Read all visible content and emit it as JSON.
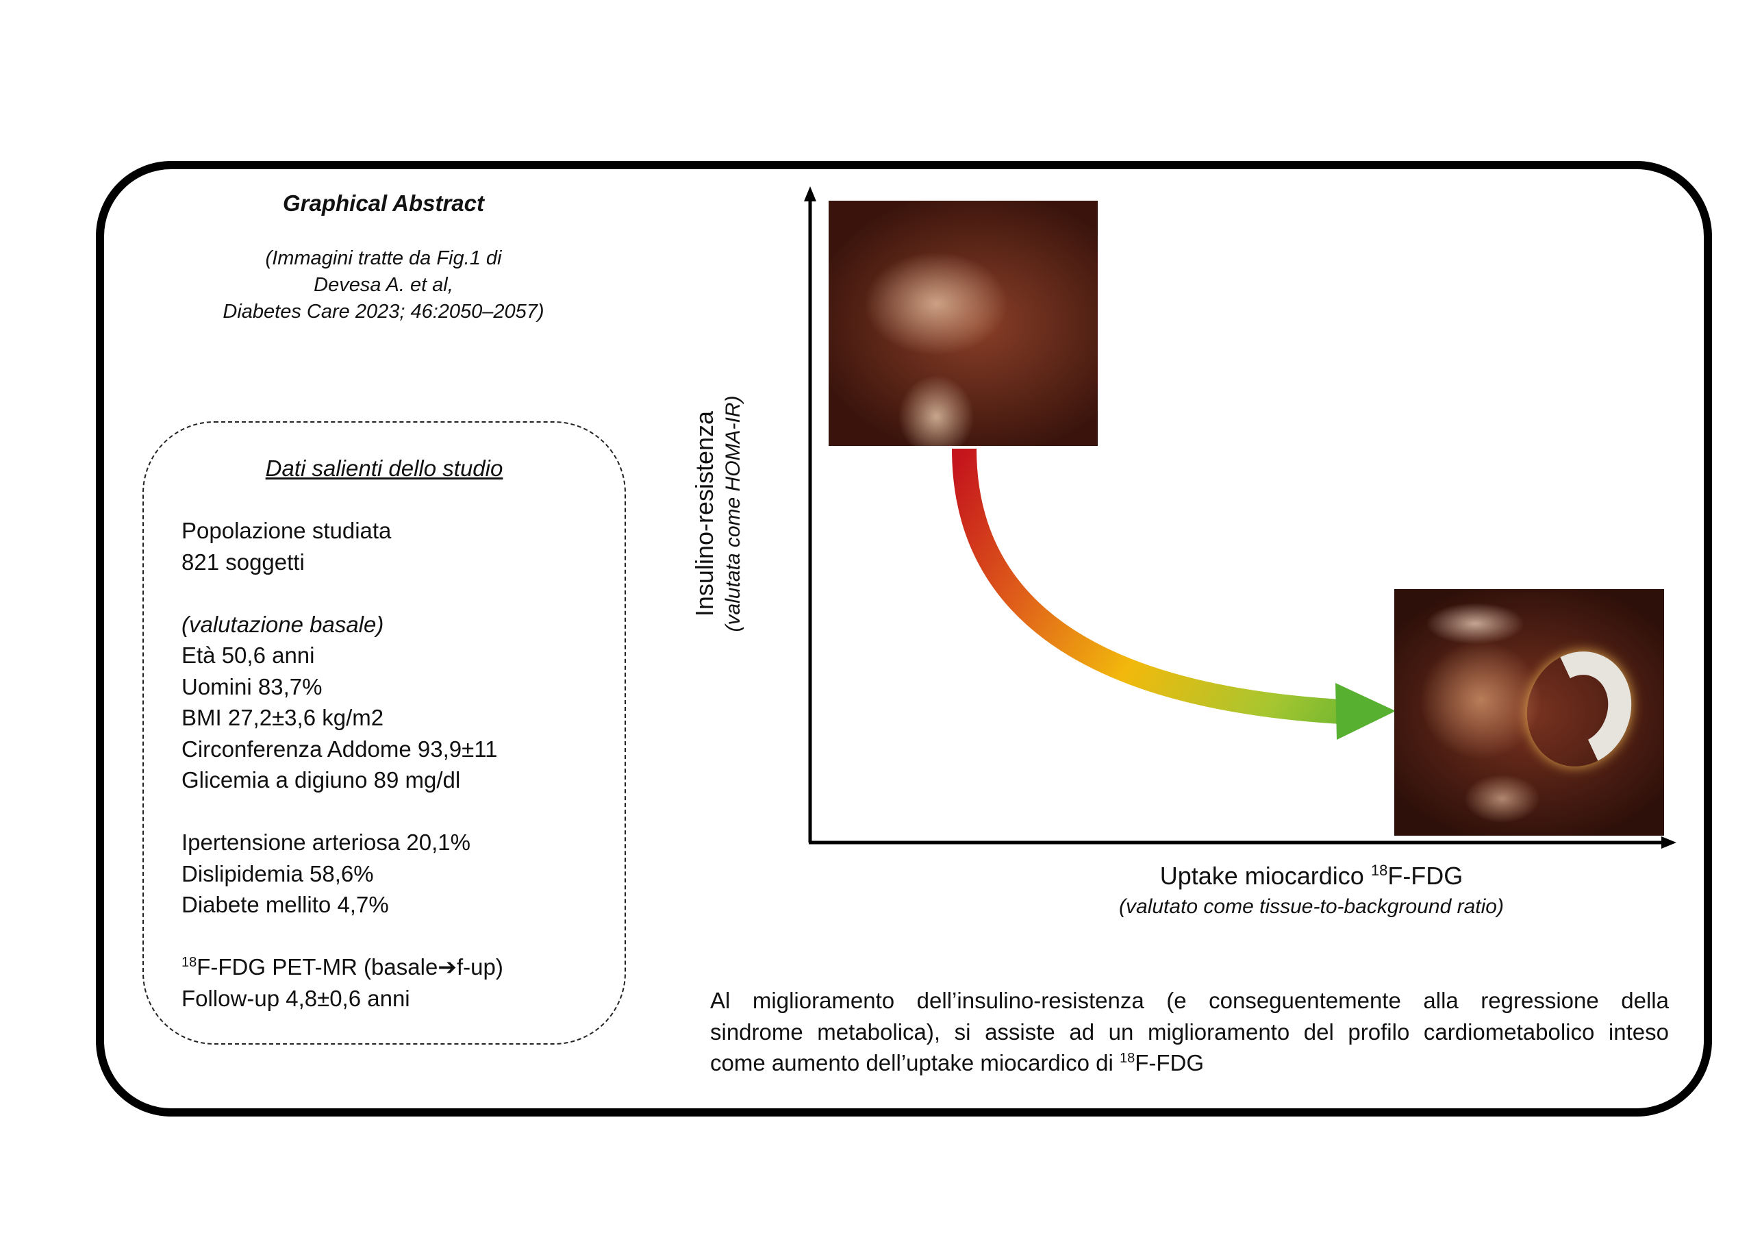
{
  "header": {
    "title": "Graphical Abstract",
    "citation": [
      "(Immagini tratte da Fig.1 di",
      "Devesa A. et al,",
      "Diabetes Care 2023; 46:2050–2057)"
    ]
  },
  "study_box": {
    "title": "Dati salienti dello studio",
    "population_label": "Popolazione studiata",
    "population_value": "821 soggetti",
    "baseline_label": "(valutazione basale)",
    "baseline_items": [
      "Età 50,6 anni",
      "Uomini 83,7%",
      "BMI 27,2±3,6 kg/m2",
      "Circonferenza Addome 93,9±11",
      "Glicemia a digiuno 89 mg/dl"
    ],
    "conditions": [
      "Ipertensione arteriosa 20,1%",
      "Dislipidemia 58,6%",
      "Diabete mellito 4,7%"
    ],
    "pet_isotope": "18",
    "pet_text": "F-FDG PET-MR (basale",
    "pet_arrow": "➔",
    "pet_text_end": "f-up)",
    "followup": "Follow-up 4,8±0,6 anni"
  },
  "diagram": {
    "y_axis_label": "Insulino-resistenza",
    "y_axis_sublabel": "(valutata come HOMA-IR)",
    "x_axis_label": "Uptake miocardico ",
    "x_axis_isotope": "18",
    "x_axis_label_end": "F-FDG",
    "x_axis_sublabel": "(valutato come tissue-to-background ratio)",
    "arrow_colors": {
      "start": "#c4141c",
      "mid_1": "#e0611a",
      "mid_2": "#f2b90c",
      "mid_3": "#a6c630",
      "end": "#58b031"
    }
  },
  "conclusion": {
    "lines": [
      "Al miglioramento dell’insulino-resistenza (e conseguentemente alla regressione della",
      "sindrome metabolica), si assiste ad un miglioramento del profilo cardiometabolico inteso"
    ],
    "last_line_start": "come aumento dell’uptake miocardico di ",
    "last_line_isotope": "18",
    "last_line_end": "F-FDG"
  }
}
